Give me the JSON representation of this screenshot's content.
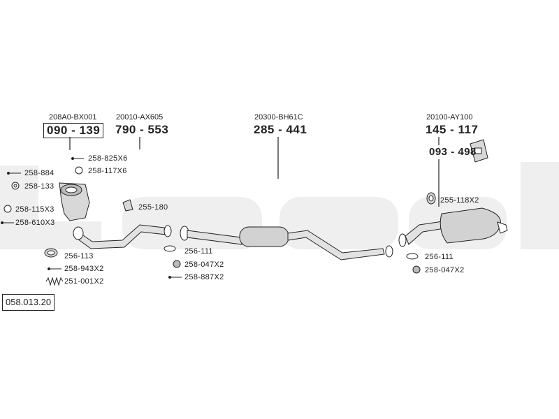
{
  "diagram": {
    "catalog_number": "058.013.20",
    "main_parts": [
      {
        "oem": "208A0-BX001",
        "number": "090 - 139"
      },
      {
        "oem": "20010-AX605",
        "number": "790 - 553"
      },
      {
        "oem": "20300-BH61C",
        "number": "285 - 441"
      },
      {
        "oem": "20100-AY100",
        "number": "145 - 117"
      }
    ],
    "secondary_part": "093 - 498",
    "accessories": [
      "258-825X6",
      "258-117X6",
      "258-884",
      "258-133",
      "255-180",
      "258-115X3",
      "258-610X3",
      "256-113",
      "258-943X2",
      "251-001X2",
      "256-111",
      "258-047X2",
      "258-887X2",
      "255-118X2",
      "256-111",
      "258-047X2"
    ],
    "colors": {
      "ink": "#222222",
      "watermark": "#ececec",
      "part_fill": "#d8d8d8"
    }
  }
}
